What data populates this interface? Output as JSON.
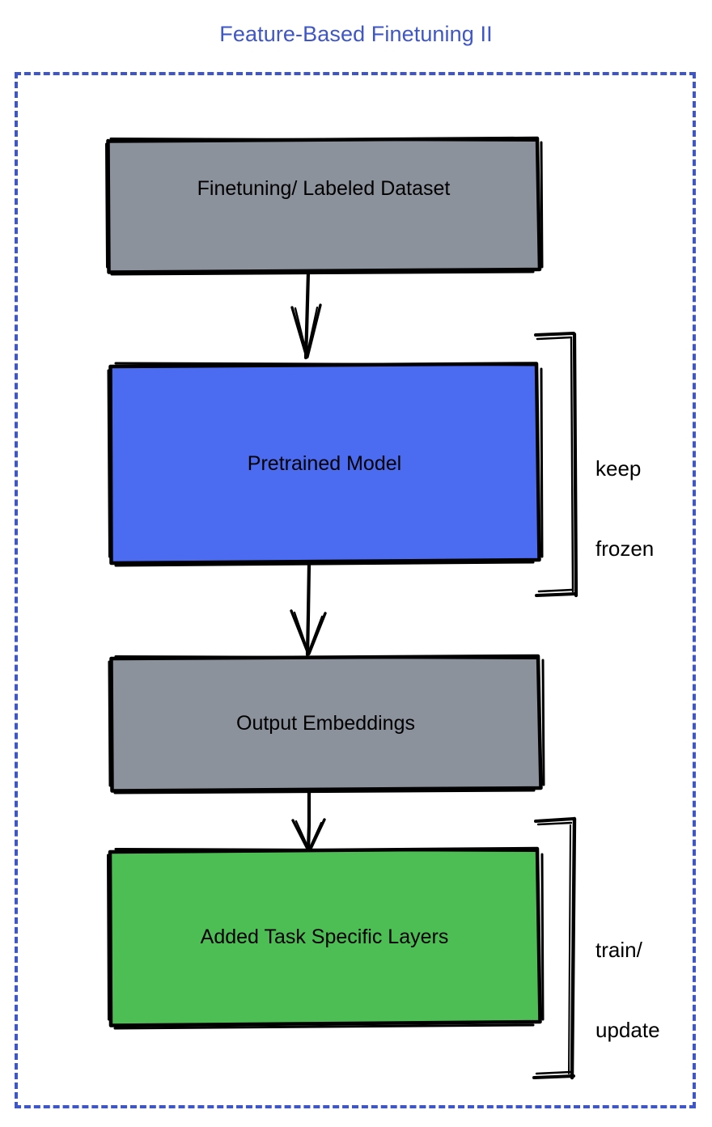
{
  "title": "Feature-Based Finetuning II",
  "theme": {
    "title_color": "#3E56C8",
    "frame_border_color": "#3E56C8",
    "stroke_color": "#000000",
    "gray_fill": "#8B929B",
    "blue_fill": "#4B6BF0",
    "green_fill": "#4CBE54",
    "background": "#FFFFFF"
  },
  "nodes": [
    {
      "id": "dataset",
      "label": "Finetuning/ Labeled Dataset",
      "fill": "#8B929B"
    },
    {
      "id": "pretrained",
      "label": "Pretrained Model",
      "fill": "#4B6BF0"
    },
    {
      "id": "embeddings",
      "label": "Output Embeddings",
      "fill": "#8B929B"
    },
    {
      "id": "tasklayers",
      "label": "Added Task Specific Layers",
      "fill": "#4CBE54"
    }
  ],
  "annotations": [
    {
      "id": "keep-frozen",
      "line1": "keep",
      "line2": "frozen",
      "target": "pretrained"
    },
    {
      "id": "train-update",
      "line1": "train/",
      "line2": "update",
      "target": "tasklayers"
    }
  ],
  "edges": [
    {
      "from": "dataset",
      "to": "pretrained",
      "style": "arrow-down"
    },
    {
      "from": "pretrained",
      "to": "embeddings",
      "style": "arrow-down"
    },
    {
      "from": "embeddings",
      "to": "tasklayers",
      "style": "arrow-down"
    }
  ]
}
